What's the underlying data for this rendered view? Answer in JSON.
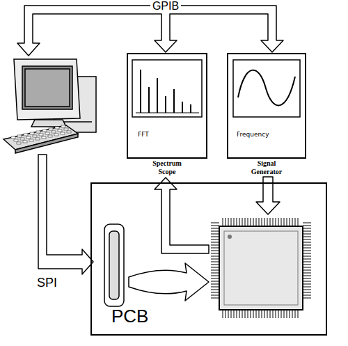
{
  "diagram": {
    "nodes": [
      {
        "text": [
          "FFT",
          "Spectrum Scope"
        ]
      },
      {
        "text": [
          "Frequency",
          "Signal Generator"
        ]
      },
      {
        "text": [
          "PCB"
        ]
      }
    ],
    "labels": [
      "GPIB",
      "SPI"
    ]
  }
}
